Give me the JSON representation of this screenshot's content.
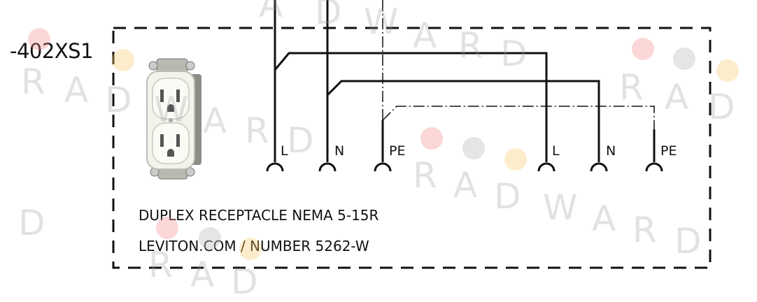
{
  "device_tag": "-402XS1",
  "description": {
    "line1": "DUPLEX RECEPTACLE NEMA 5-15R",
    "line2": "LEVITON.COM / NUMBER 5262-W"
  },
  "terminals": {
    "l1": "L",
    "n1": "N",
    "pe1": "PE",
    "l2": "L",
    "n2": "N",
    "pe2": "PE"
  },
  "watermark": [
    "R",
    "A",
    "D",
    "W",
    "A",
    "R",
    "D"
  ],
  "colors": {
    "line": "#111111",
    "dash_border": "#111111",
    "receptacle": "#f4f4ee",
    "watermark": "#b0b0b0"
  }
}
